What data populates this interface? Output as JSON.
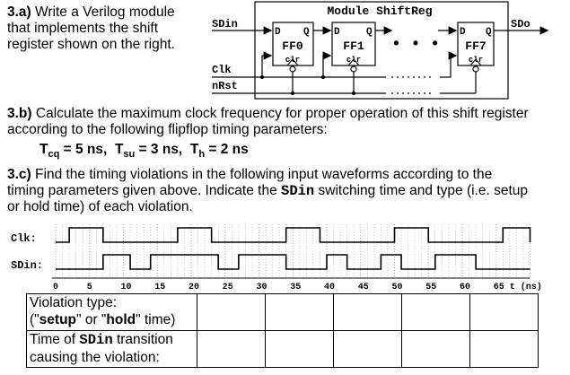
{
  "q3a": {
    "label": "3.a)",
    "line1": "Write a Verilog module",
    "line2": "that implements the shift",
    "line3": "register shown on the right."
  },
  "circuit": {
    "module_title": "Module ShiftReg",
    "sdin": "SDin",
    "sdo": "SDo",
    "clk": "Clk",
    "nrst": "nRst",
    "ff0": "FF0",
    "ff1": "FF1",
    "ff7": "FF7",
    "d": "D",
    "q": "Q",
    "clr": "clr",
    "dots": "• • •"
  },
  "q3b": {
    "label": "3.b)",
    "line1": "Calculate the maximum clock frequency for proper operation of this shift register",
    "line2": "according to the following flipflop timing parameters:",
    "tcq_sym": "T",
    "tcq_sub": "cq",
    "tcq_val": "= 5 ns,",
    "tsu_sym": "T",
    "tsu_sub": "su",
    "tsu_val": "= 3 ns,",
    "th_sym": "T",
    "th_sub": "h",
    "th_val": "= 2 ns"
  },
  "q3c": {
    "label": "3.c)",
    "line1": "Find the timing violations in the following input waveforms according to the",
    "line2a": "timing parameters given above.  Indicate the ",
    "line2b": "SDin",
    "line2c": " switching time and type (i.e. setup",
    "line3": "or hold time) of each violation."
  },
  "waveform": {
    "clk_label": "Clk:",
    "sdin_label": "SDin:",
    "ticks": [
      "0",
      "5",
      "10",
      "15",
      "20",
      "25",
      "30",
      "35",
      "40",
      "45",
      "50",
      "55",
      "60",
      "65 t (ns)"
    ],
    "t_max": 70,
    "clk_high": [
      [
        2,
        7
      ],
      [
        18,
        23
      ],
      [
        34,
        39
      ],
      [
        50,
        55
      ],
      [
        66,
        70
      ]
    ],
    "sdin_high": [
      [
        7,
        11
      ],
      [
        14,
        24
      ],
      [
        27,
        34
      ],
      [
        40,
        43
      ],
      [
        48,
        51
      ],
      [
        56,
        62
      ]
    ]
  },
  "violation_table": {
    "row1_line1": "Violation type:",
    "row1_line2a": "(\"",
    "row1_line2b": "setup",
    "row1_line2c": "\" or \"",
    "row1_line2d": "hold",
    "row1_line2e": "\" time)",
    "row2_line1a": "Time of ",
    "row2_line1b": "SDin",
    "row2_line1c": " transition",
    "row2_line2": "causing the violation:"
  }
}
